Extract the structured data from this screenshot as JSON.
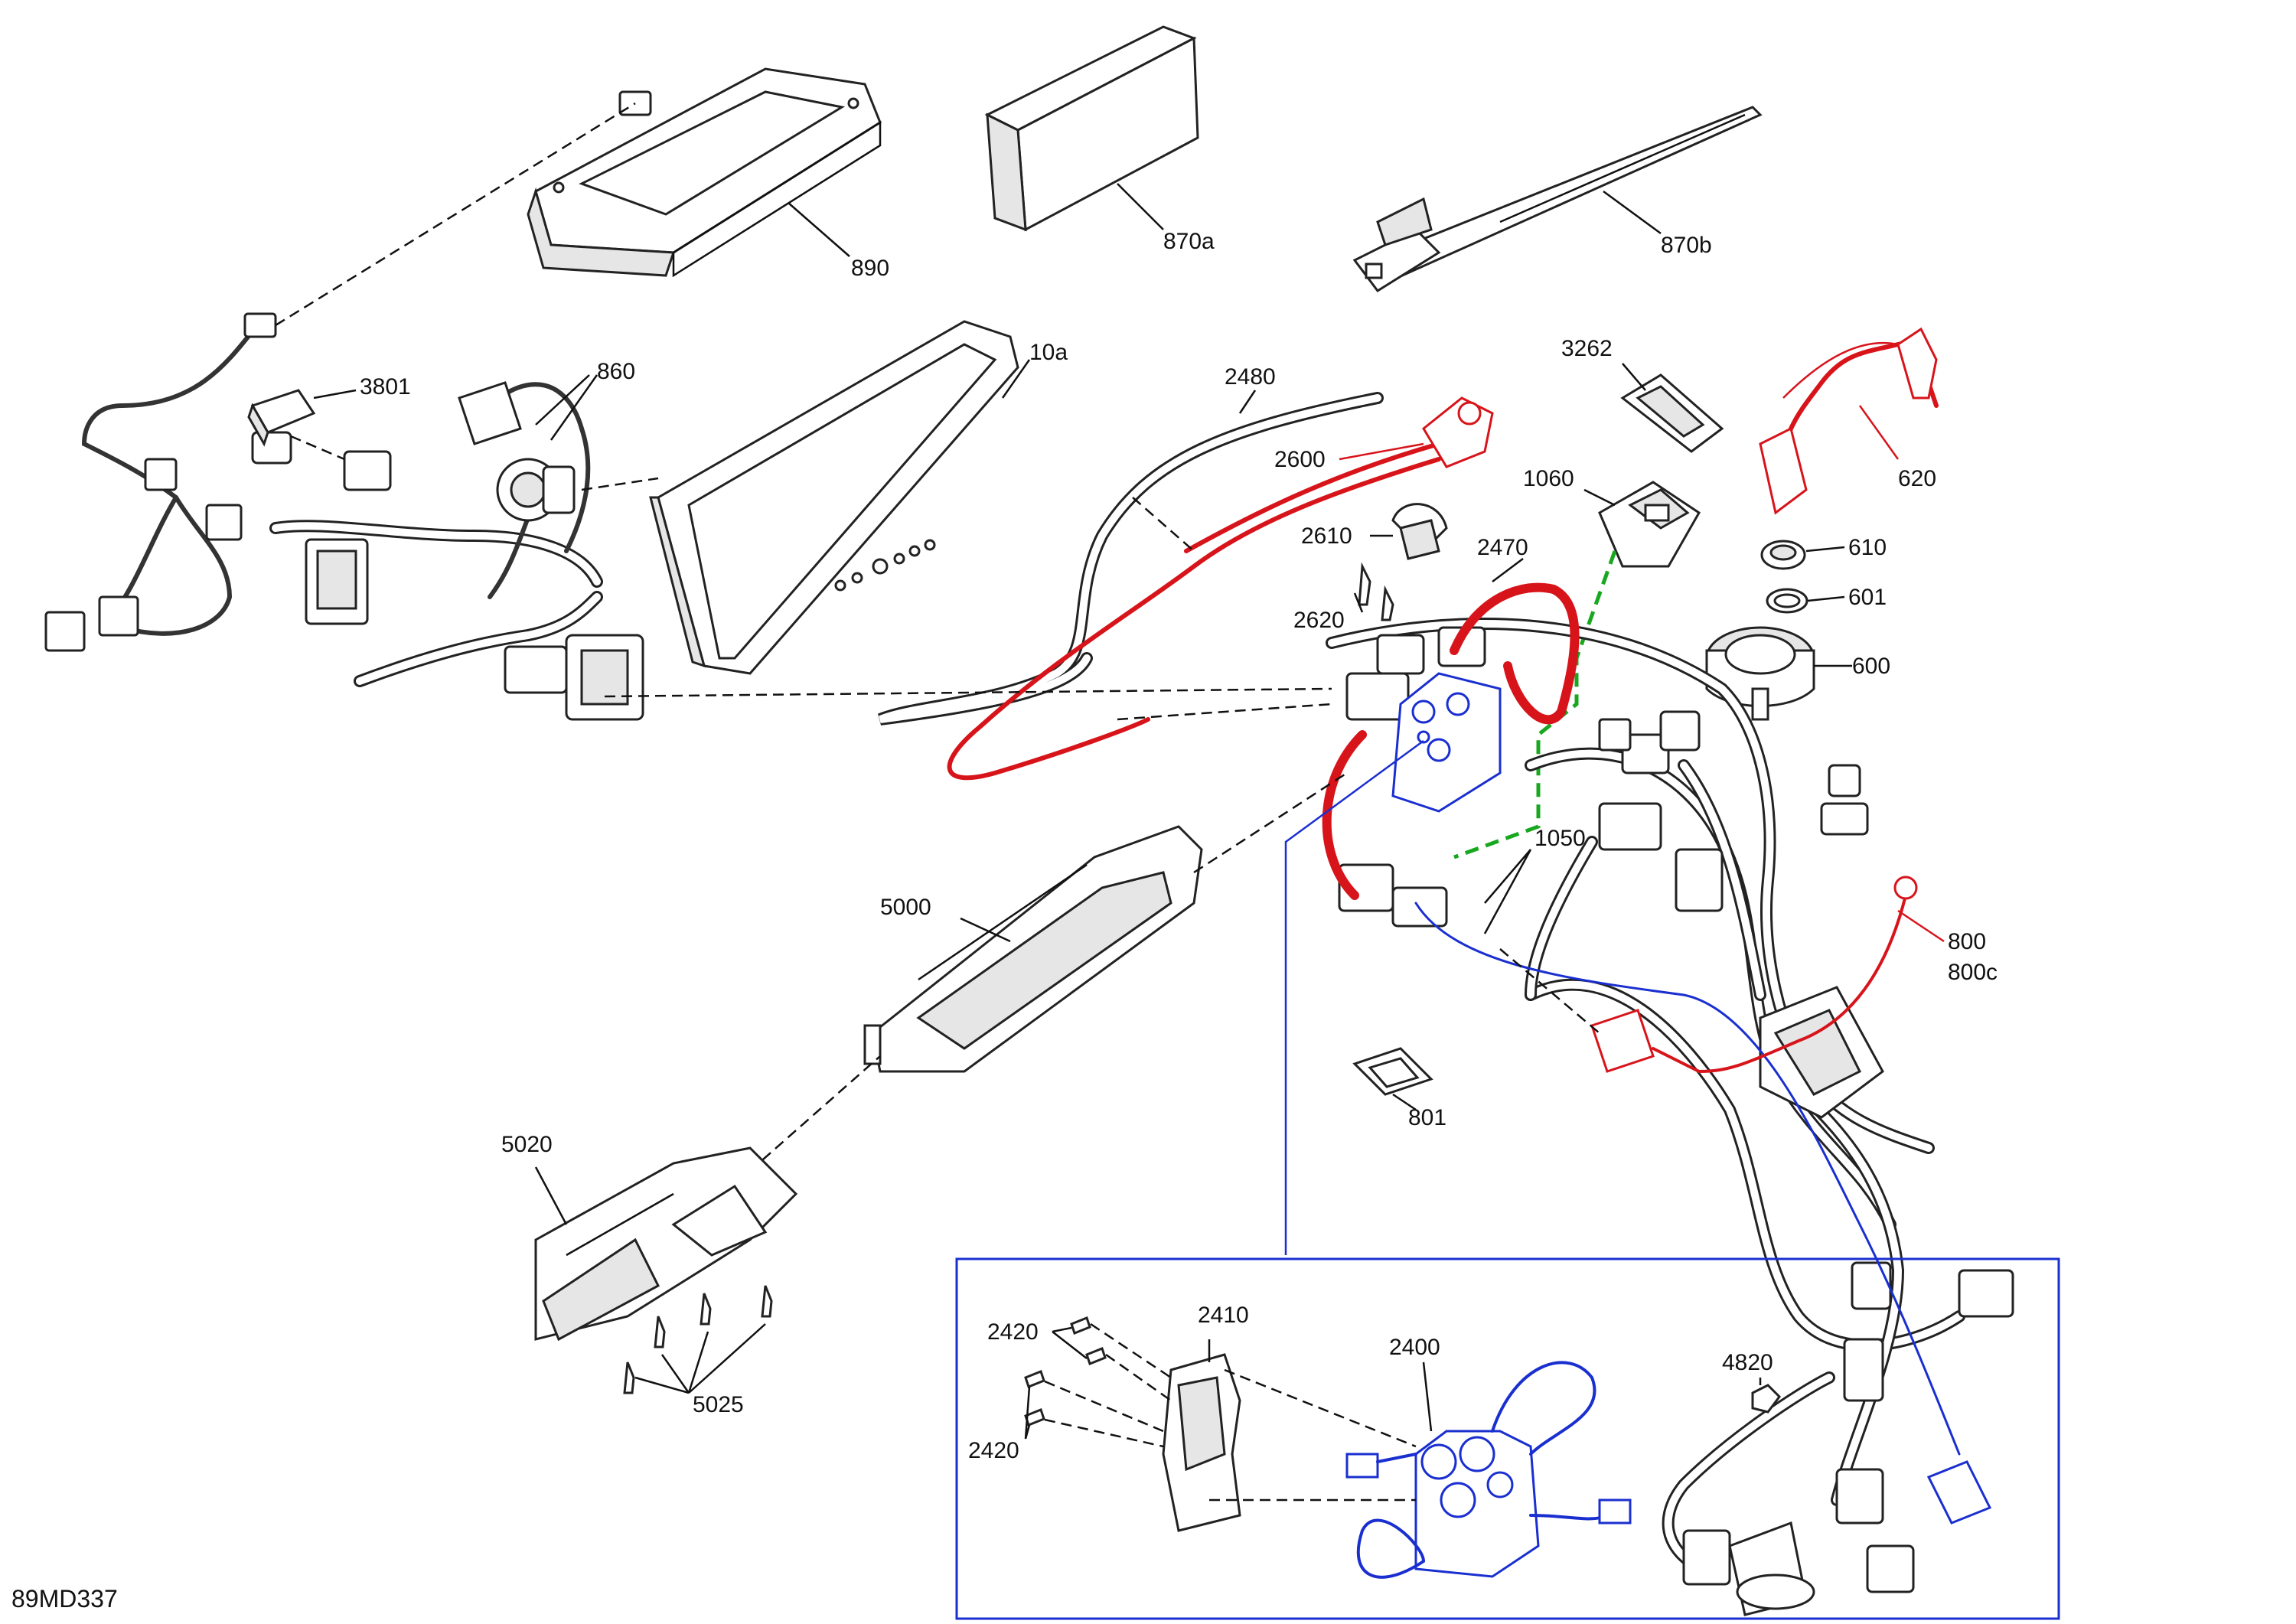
{
  "diagram_code": "89MD337",
  "callouts": {
    "c890": "890",
    "c870a": "870a",
    "c870b": "870b",
    "c3801": "3801",
    "c860": "860",
    "c10a": "10a",
    "c2480": "2480",
    "c2600": "2600",
    "c2610": "2610",
    "c2620": "2620",
    "c3262": "3262",
    "c1060": "1060",
    "c2470": "2470",
    "c620": "620",
    "c610": "610",
    "c601": "601",
    "c600": "600",
    "c1050": "1050",
    "c800": "800",
    "c800c": "800c",
    "c5000": "5000",
    "c801": "801",
    "c5020": "5020",
    "c5025": "5025",
    "c4820": "4820",
    "c2410": "2410",
    "c2400": "2400",
    "c2420a": "2420",
    "c2420b": "2420"
  },
  "colors": {
    "highlight_red": "#d8141b",
    "highlight_blue": "#1a2fd0",
    "highlight_green": "#18a820",
    "line": "#222222"
  }
}
